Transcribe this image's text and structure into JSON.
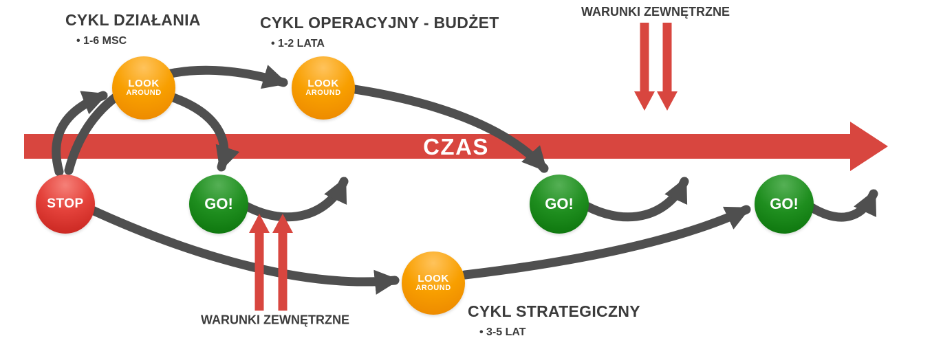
{
  "timeline": {
    "label": "CZAS"
  },
  "sections": {
    "dzialania": {
      "title": "CYKL DZIAŁANIA",
      "duration": "• 1-6 MSC"
    },
    "operacyjny": {
      "title": "CYKL OPERACYJNY - BUDŻET",
      "duration": "• 1-2 LATA"
    },
    "strategiczny": {
      "title": "CYKL STRATEGICZNY",
      "duration": "• 3-5 LAT"
    }
  },
  "external_conditions": {
    "top_label": "WARUNKI ZEWNĘTRZNE",
    "bottom_label": "WARUNKI ZEWNĘTRZNE"
  },
  "circles": [
    {
      "id": "stop",
      "label": "STOP"
    },
    {
      "id": "look-1",
      "line1": "LOOK",
      "line2": "AROUND"
    },
    {
      "id": "go-1",
      "label": "GO!"
    },
    {
      "id": "look-2",
      "line1": "LOOK",
      "line2": "AROUND"
    },
    {
      "id": "go-2",
      "label": "GO!"
    },
    {
      "id": "look-3",
      "line1": "LOOK",
      "line2": "AROUND"
    },
    {
      "id": "go-3",
      "label": "GO!"
    }
  ],
  "colors": {
    "timeline_red": "#d8463f",
    "external_arrow_red": "#d8463f",
    "cycle_arrow_gray": "#4f4f4f",
    "stop_red": "#e4423b",
    "look_orange": "#f89f00",
    "go_green": "#1f8e1f",
    "text_dark": "#3b3b3b",
    "text_on_shapes": "#ffffff"
  }
}
